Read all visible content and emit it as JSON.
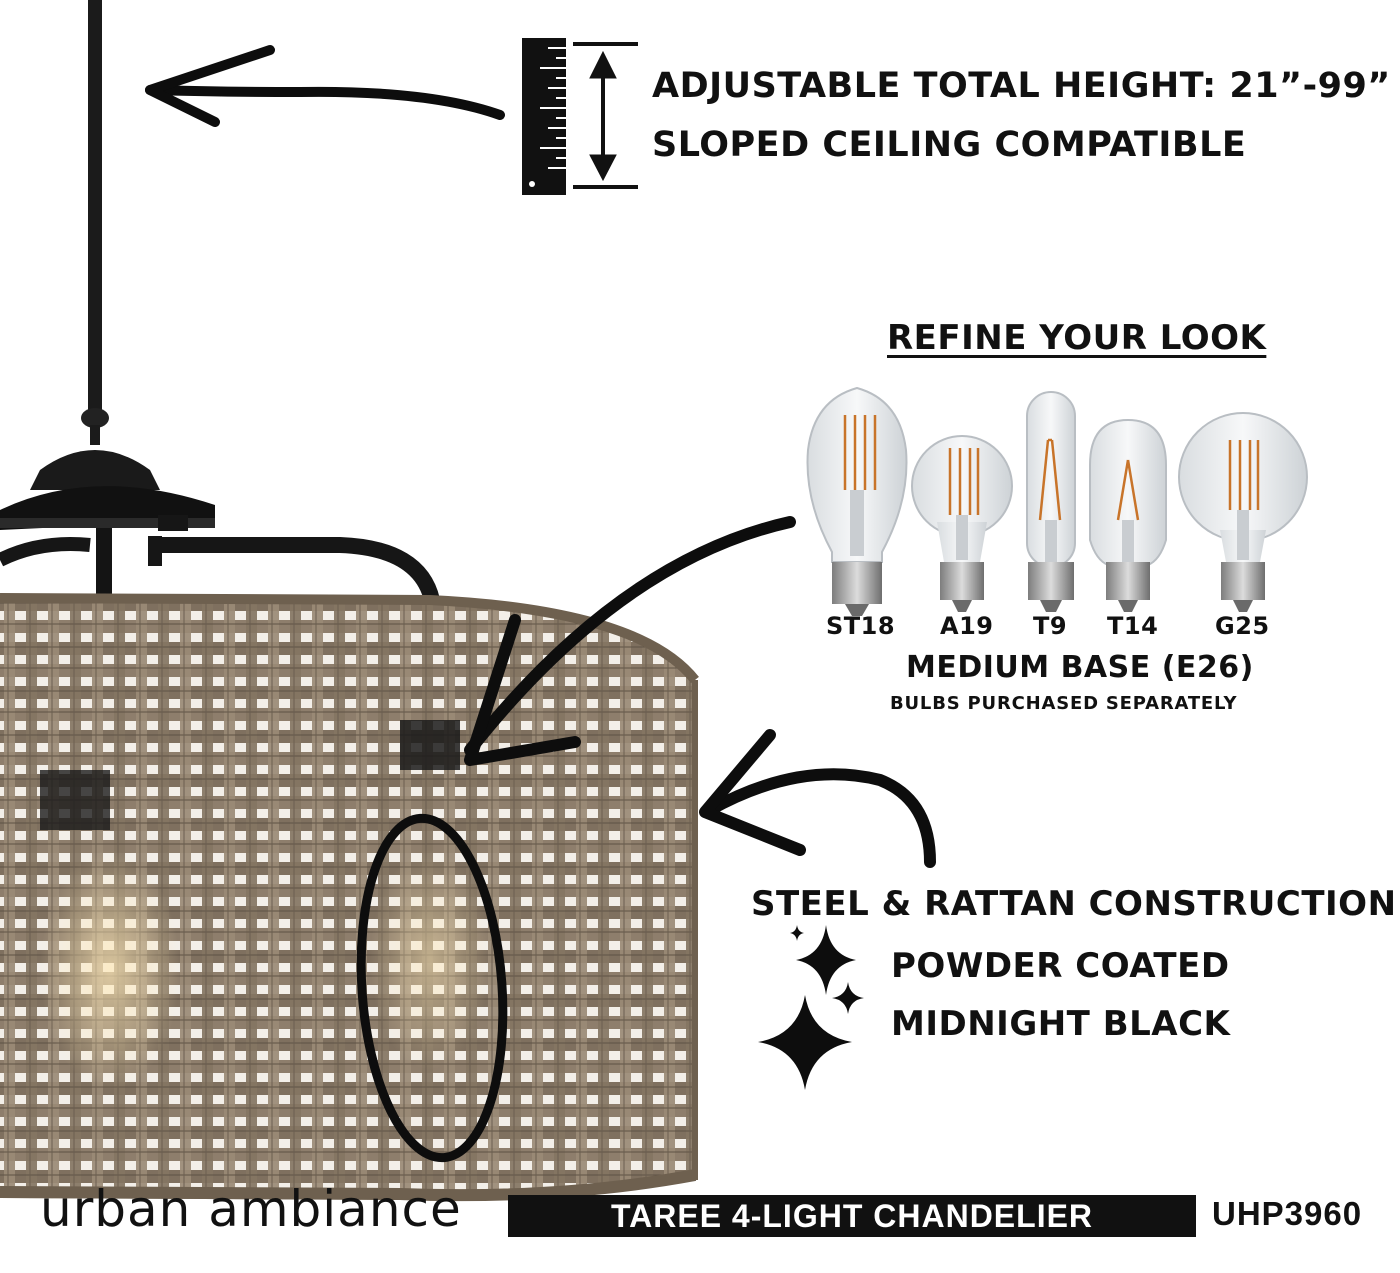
{
  "header": {
    "height_line": "ADJUSTABLE TOTAL HEIGHT: 21”-99”",
    "ceiling_line": "SLOPED CEILING COMPATIBLE"
  },
  "refine": {
    "title": "REFINE YOUR LOOK",
    "bulbs": [
      {
        "label": "ST18"
      },
      {
        "label": "A19"
      },
      {
        "label": "T9"
      },
      {
        "label": "T14"
      },
      {
        "label": "G25"
      }
    ],
    "base": "MEDIUM BASE (E26)",
    "note": "BULBS PURCHASED SEPARATELY"
  },
  "features": {
    "construction": "STEEL & RATTAN CONSTRUCTION",
    "finish_line1": "POWDER COATED",
    "finish_line2": "MIDNIGHT BLACK"
  },
  "footer": {
    "brand": "urban ambiance",
    "product": "TAREE 4-LIGHT CHANDELIER",
    "sku": "UHP3960"
  },
  "icons": [
    "ruler-icon",
    "height-arrow-icon",
    "sparkle-icon"
  ],
  "colors": {
    "ink": "#111111",
    "rattan": "#8a7a68",
    "filament": "#c8742a",
    "background": "#ffffff"
  }
}
